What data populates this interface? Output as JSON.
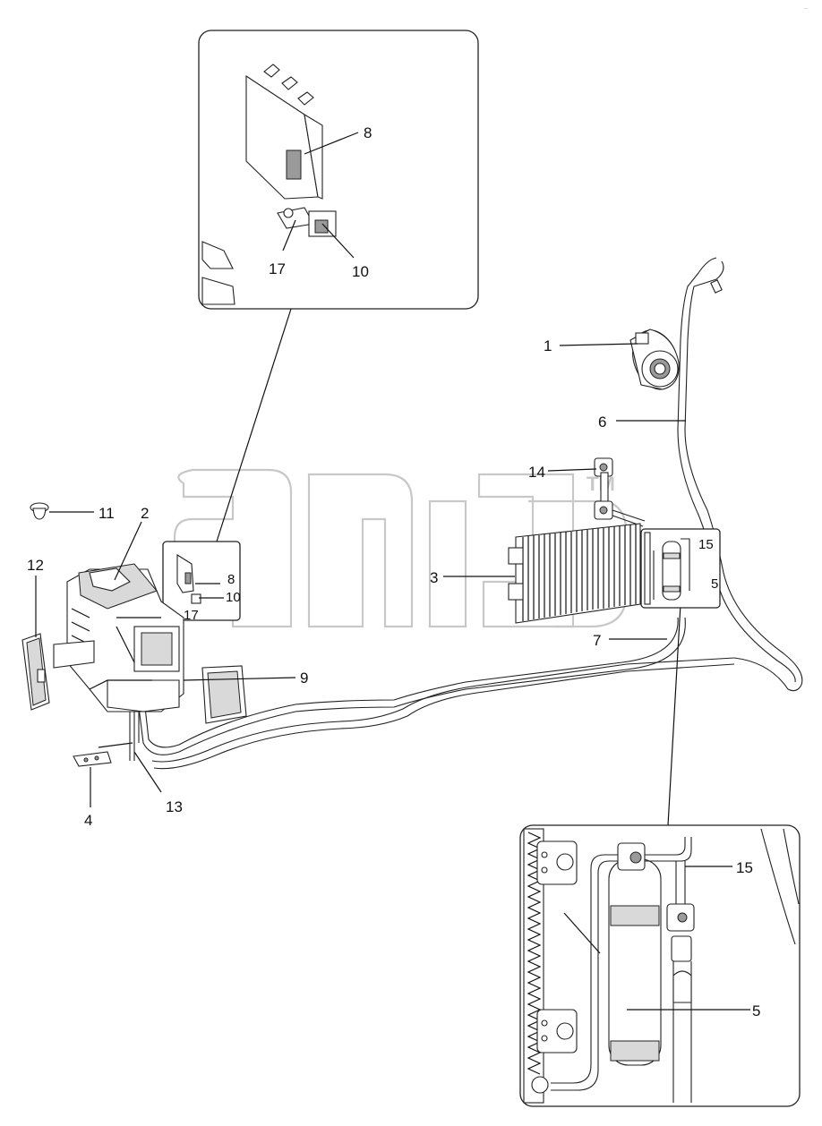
{
  "diagram": {
    "callouts": [
      {
        "id": "label-1",
        "text": "1"
      },
      {
        "id": "label-2",
        "text": "2"
      },
      {
        "id": "label-3",
        "text": "3"
      },
      {
        "id": "label-4",
        "text": "4"
      },
      {
        "id": "label-5",
        "text": "5"
      },
      {
        "id": "label-6",
        "text": "6"
      },
      {
        "id": "label-7",
        "text": "7"
      },
      {
        "id": "label-8",
        "text": "8"
      },
      {
        "id": "label-9",
        "text": "9"
      },
      {
        "id": "label-10",
        "text": "10"
      },
      {
        "id": "label-11",
        "text": "11"
      },
      {
        "id": "label-12",
        "text": "12"
      },
      {
        "id": "label-13",
        "text": "13"
      },
      {
        "id": "label-14",
        "text": "14"
      },
      {
        "id": "label-15",
        "text": "15"
      },
      {
        "id": "label-17",
        "text": "17"
      }
    ],
    "mini_callouts": {
      "top_inset_8": "8",
      "top_inset_10": "10",
      "top_inset_17": "17",
      "bottom_inset_15": "15",
      "bottom_inset_5": "5"
    },
    "watermark": {
      "text": "TM",
      "icon": "logo-watermark-icon"
    },
    "colors": {
      "line": "#111111",
      "fill_light": "#d9d9d9",
      "fill_dark": "#9a9a9a",
      "watermark": "#c8c8c8"
    }
  }
}
